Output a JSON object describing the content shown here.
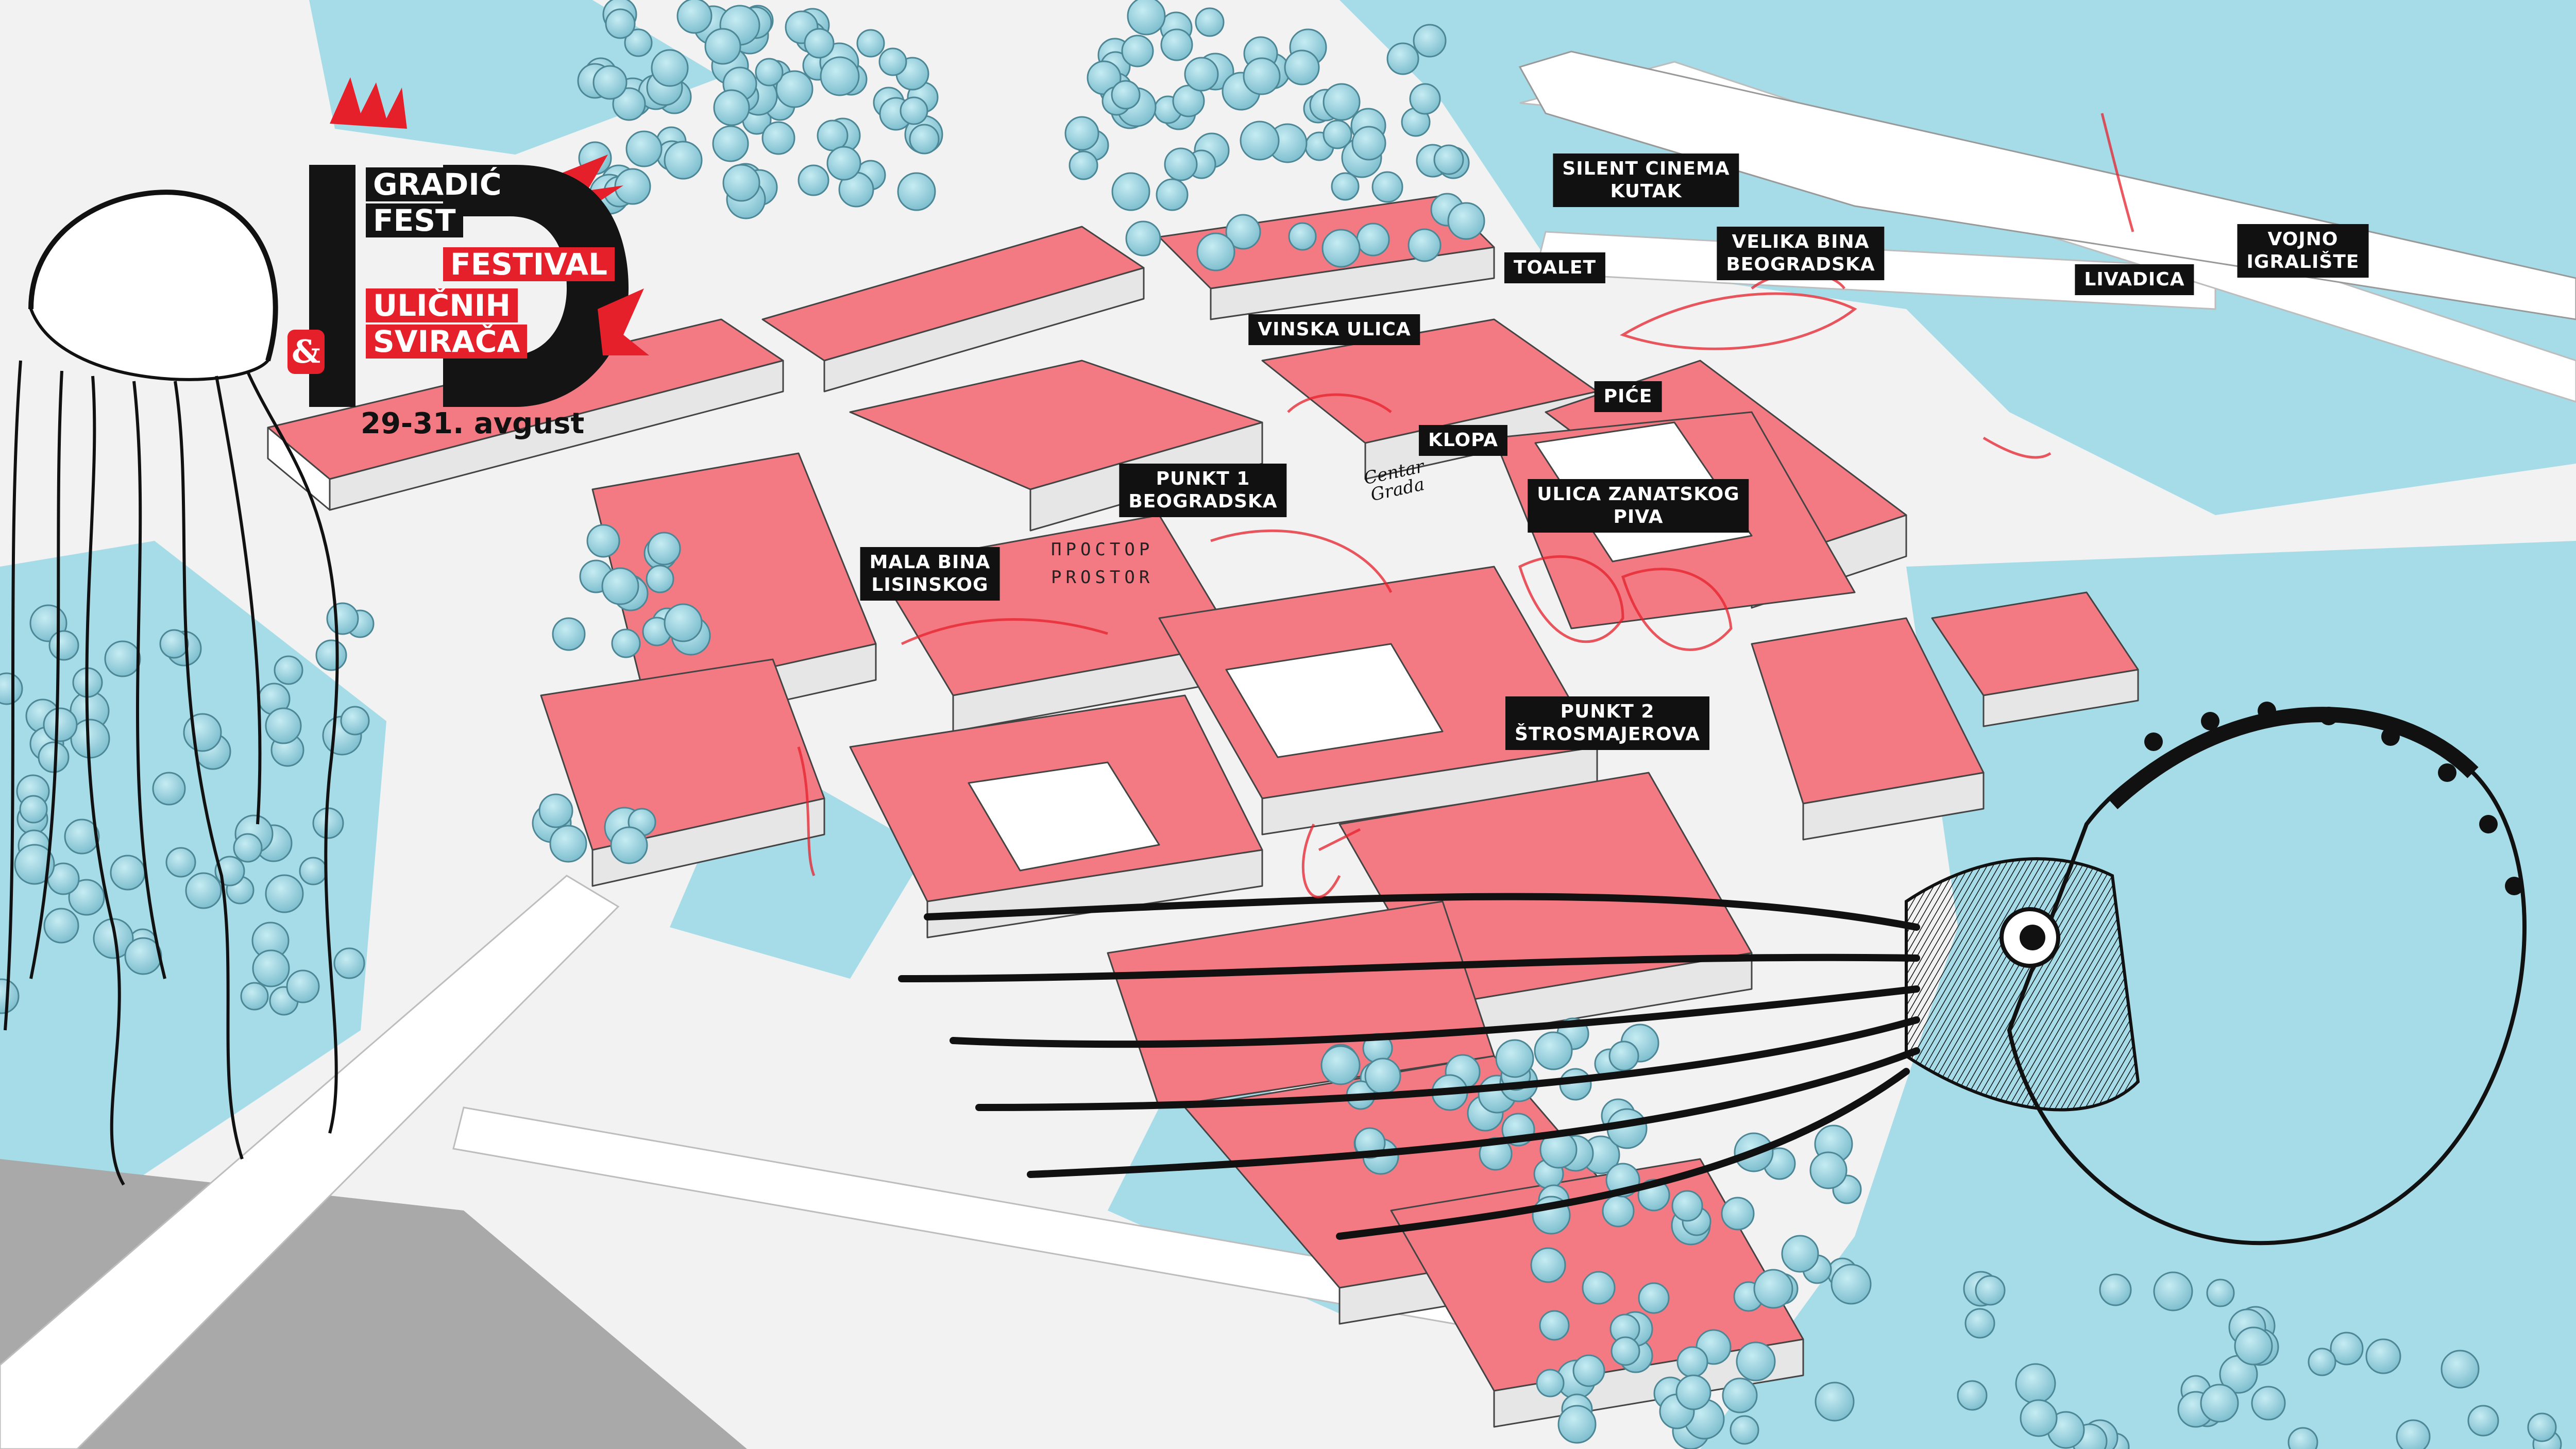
{
  "festival": {
    "logo_words": [
      "GRADIĆ",
      "FEST",
      "FESTIVAL",
      "ULIČNIH",
      "SVIRAČA"
    ],
    "logo_number": "10",
    "dates": "29-31. avgust",
    "brand_mark": "&"
  },
  "venues": [
    {
      "id": "silent-cinema",
      "lines": [
        "SILENT CINEMA",
        "KUTAK"
      ]
    },
    {
      "id": "velika-bina",
      "lines": [
        "VELIKA BINA",
        "BEOGRADSKA"
      ]
    },
    {
      "id": "toalet",
      "lines": [
        "TOALET"
      ]
    },
    {
      "id": "vinska-ulica",
      "lines": [
        "VINSKA ULICA"
      ]
    },
    {
      "id": "livadica",
      "lines": [
        "LIVADICA"
      ]
    },
    {
      "id": "vojno-igraliste",
      "lines": [
        "VOJNO",
        "IGRALIŠTE"
      ]
    },
    {
      "id": "pice",
      "lines": [
        "PIĆE"
      ]
    },
    {
      "id": "klopa",
      "lines": [
        "KLOPA"
      ]
    },
    {
      "id": "punkt-1",
      "lines": [
        "PUNKT 1",
        "BEOGRADSKA"
      ]
    },
    {
      "id": "ulica-zanatskog-piva",
      "lines": [
        "ULICA ZANATSKOG",
        "PIVA"
      ]
    },
    {
      "id": "mala-bina",
      "lines": [
        "MALA BINA",
        "LISINSKOG"
      ]
    },
    {
      "id": "punkt-2",
      "lines": [
        "PUNKT 2",
        "ŠTROSMAJEROVA"
      ]
    }
  ],
  "prostor_sign": [
    "ПРОСТОР",
    "PROSTOR"
  ],
  "center_stamp": [
    "Centar",
    "Grada"
  ],
  "colors": {
    "water": "#a6dce8",
    "roof": "#f37a83",
    "wall": "#ffffff",
    "ground": "#f4f4f4",
    "tree": "#8fcad8",
    "label_bg": "#111111",
    "accent": "#e5202b"
  }
}
